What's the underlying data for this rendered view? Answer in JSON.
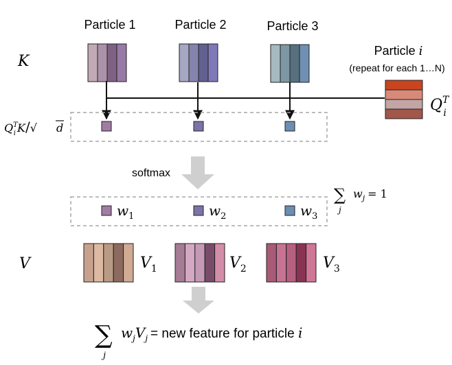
{
  "particles": [
    {
      "label": "Particle 1",
      "k_stripes": [
        "#c1aab6",
        "#ab92a8",
        "#7f6283",
        "#977aa5"
      ],
      "score_color": "#a07ca3"
    },
    {
      "label": "Particle 2",
      "k_stripes": [
        "#a6a7c3",
        "#8584ae",
        "#61608f",
        "#7e7ab7"
      ],
      "score_color": "#7a75a6"
    },
    {
      "label": "Particle 3",
      "k_stripes": [
        "#a7b9c0",
        "#7d97a4",
        "#56707f",
        "#6f90b3"
      ],
      "score_color": "#6b8eb1"
    }
  ],
  "query": {
    "title_prefix": "Particle ",
    "title_var": "i",
    "subtitle": "(repeat for each 1…N)",
    "stripes": [
      "#c8451f",
      "#d88a78",
      "#c3a5a5",
      "#a1574a"
    ],
    "label_main": "Q",
    "label_sup": "T",
    "label_sub": "i"
  },
  "k_label": "K",
  "score_label": {
    "q": "Q",
    "sup": "T",
    "sub": "i",
    "k": "K",
    "slash": "/",
    "sqrt_sym": "√",
    "d": "d"
  },
  "softmax_label": "softmax",
  "weights": [
    {
      "name": "w",
      "sub": "1",
      "color": "#a07ca3"
    },
    {
      "name": "w",
      "sub": "2",
      "color": "#7a75a6"
    },
    {
      "name": "w",
      "sub": "3",
      "color": "#6b8eb1"
    }
  ],
  "sum_constraint": {
    "sigma": "∑",
    "w": "w",
    "sub": "j",
    "rhs": "= 1",
    "index": "j"
  },
  "v_label": "V",
  "values": [
    {
      "name": "V",
      "sub": "1",
      "stripes": [
        "#c6a28e",
        "#ddb9a2",
        "#b99a84",
        "#8d6a5f",
        "#d0aa92"
      ]
    },
    {
      "name": "V",
      "sub": "2",
      "stripes": [
        "#a57c93",
        "#d4a8c3",
        "#c59ab6",
        "#7a4c6a",
        "#d48da6"
      ]
    },
    {
      "name": "V",
      "sub": "3",
      "stripes": [
        "#a85a76",
        "#c77393",
        "#b6607f",
        "#893352",
        "#d07696"
      ]
    }
  ],
  "output": {
    "sigma": "∑",
    "index": "j",
    "w": "w",
    "w_sub": "j",
    "v": "V",
    "v_sub": "j",
    "text": "= new feature for particle ",
    "var": "i"
  },
  "colors": {
    "connector": "#111111",
    "dash_box": "#a6a6a6",
    "flow_arrow": "#cfcfcf",
    "stripe_border": "#222222"
  }
}
